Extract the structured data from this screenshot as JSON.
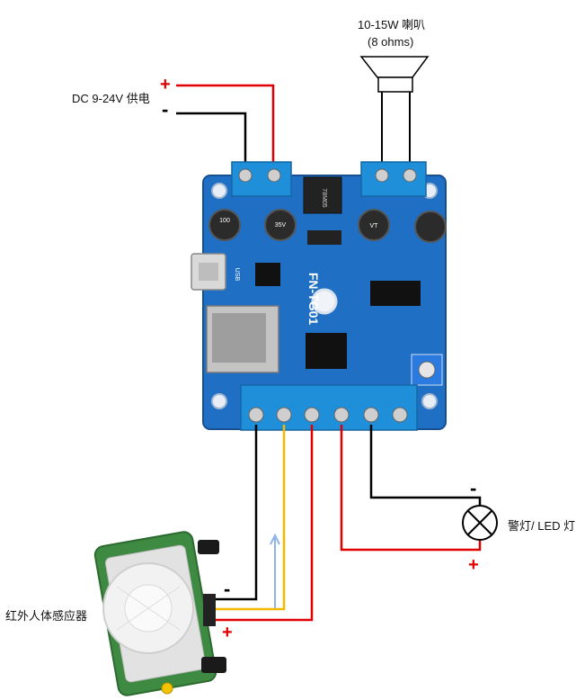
{
  "labels": {
    "speaker": "10-15W 喇叭",
    "speaker_ohms": "(8 ohms)",
    "power": "DC 9-24V 供电",
    "lamp": "警灯/ LED 灯",
    "pir_sensor": "红外人体感应器"
  },
  "board": {
    "name": "FN-TG01",
    "usb_text": "USB",
    "regulator_text": "78M05",
    "capacitor_text": [
      "100",
      "35V",
      "VT"
    ]
  },
  "signs": {
    "plus": "+",
    "minus": "-"
  },
  "colors": {
    "board_blue": "#1f6fc4",
    "terminal_blue": "#1e8fd8",
    "wire_red": "#e00000",
    "wire_black": "#000000",
    "wire_yellow": "#f5b800",
    "signal_arrow": "#8fb3e6"
  }
}
